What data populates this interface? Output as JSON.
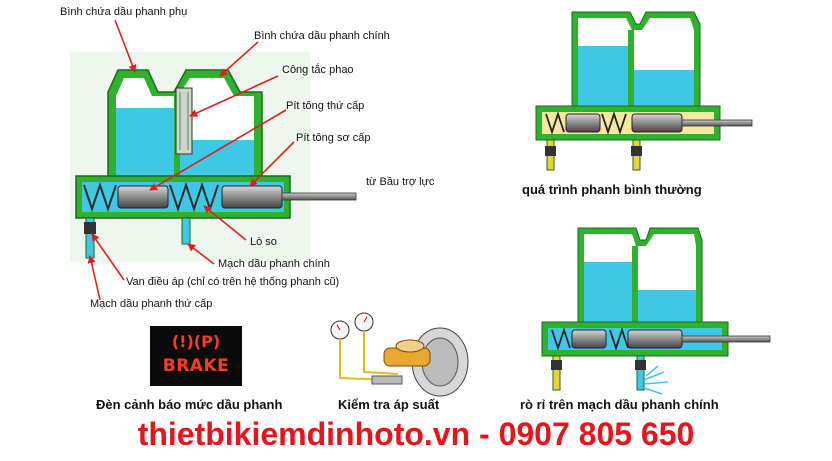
{
  "labels": {
    "aux_reservoir": "Bình chứa dầu phanh phụ",
    "main_reservoir": "Bình chứa dầu phanh chính",
    "float_switch": "Công tắc phao",
    "secondary_piston": "Pít tông thứ cấp",
    "primary_piston": "Pít tông sơ cấp",
    "from_booster": "từ Bầu trợ lực",
    "spring": "Lò so",
    "main_brake_circuit": "Mạch dầu phanh chính",
    "pressure_valve": "Van điều áp (chỉ có trên hệ thống phanh cũ)",
    "secondary_brake_circuit": "Mạch dầu phanh thứ cấp"
  },
  "captions": {
    "normal_braking": "quá trình phanh bình thường",
    "warning_light": "Đèn cảnh báo mức dầu phanh",
    "pressure_check": "Kiểm tra áp suất",
    "leak": "rò rỉ trên mạch dầu phanh chính"
  },
  "warning_lamp": {
    "symbols": "(!)(P)",
    "text": "BRAKE"
  },
  "footer": "thietbikiemdinhoto.vn - 0907 805 650",
  "colors": {
    "body_green": "#2fb02f",
    "fluid_cyan": "#3ec8e4",
    "arrow_red": "#e02020",
    "footer_red": "#e8141b"
  }
}
